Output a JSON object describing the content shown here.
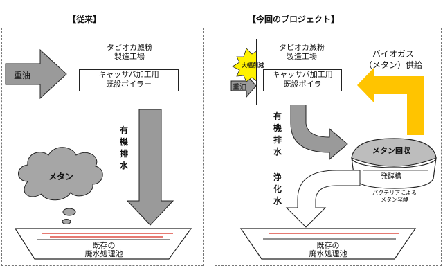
{
  "left": {
    "title": "【従来】",
    "factory": "タピオカ澱粉\n製造工場",
    "boiler": "キャッサバ加工用\n既設ボイラー",
    "oil": "重油",
    "organic_wastewater": "有\n機\n排\n水",
    "methane": "メタン",
    "pond": "既存の\n廃水処理池"
  },
  "right": {
    "title": "【今回のプロジェクト】",
    "factory": "タピオカ澱粉\n製造工場",
    "boiler": "キャッサバ加工用\n既設ボイラ",
    "oil": "重油",
    "reduction_badge": "大幅削減",
    "biogas": "バイオガス\n（メタン）供給",
    "organic_wastewater": "有\n機\n排\n水",
    "purified_water": "浄\n化\n水",
    "methane_recovery": "メタン回収",
    "fermenter": "発酵槽",
    "bacteria_note": "バクテリアによる\nメタン発酵",
    "pond": "既存の\n廃水処理池"
  },
  "colors": {
    "arrow_gray": "#9a9a9a",
    "biogas_yellow": "#ffc400",
    "badge_yellow": "#fff200",
    "sludge_red": "#d62a1e"
  }
}
